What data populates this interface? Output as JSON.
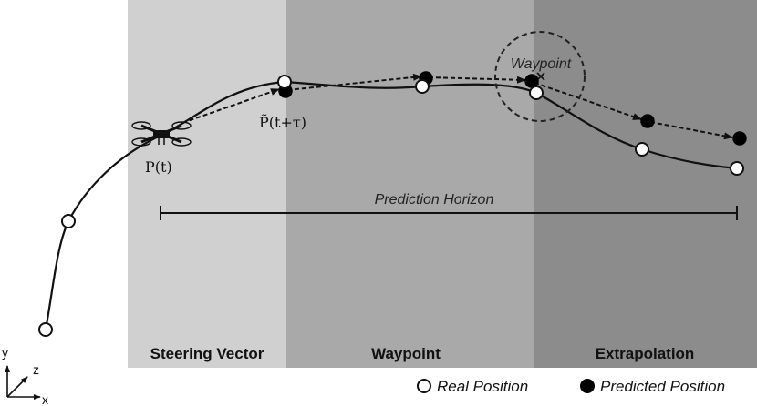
{
  "regions": [
    {
      "label": "Steering Vector",
      "color": "#d0d0d0"
    },
    {
      "label": "Waypoint",
      "color": "#a9a9a9"
    },
    {
      "label": "Extrapolation",
      "color": "#8c8c8c"
    }
  ],
  "labels": {
    "waypoint_circle": "Waypoint",
    "prediction_horizon": "Prediction Horizon",
    "current_position": "P(t)",
    "predicted_position": "P̃(t+τ)"
  },
  "legend": {
    "real": "Real Position",
    "predicted": "Predicted Position"
  },
  "axes": {
    "y": "y",
    "z": "z",
    "x": "x"
  },
  "icons": [
    "quadrotor-drone-icon"
  ]
}
